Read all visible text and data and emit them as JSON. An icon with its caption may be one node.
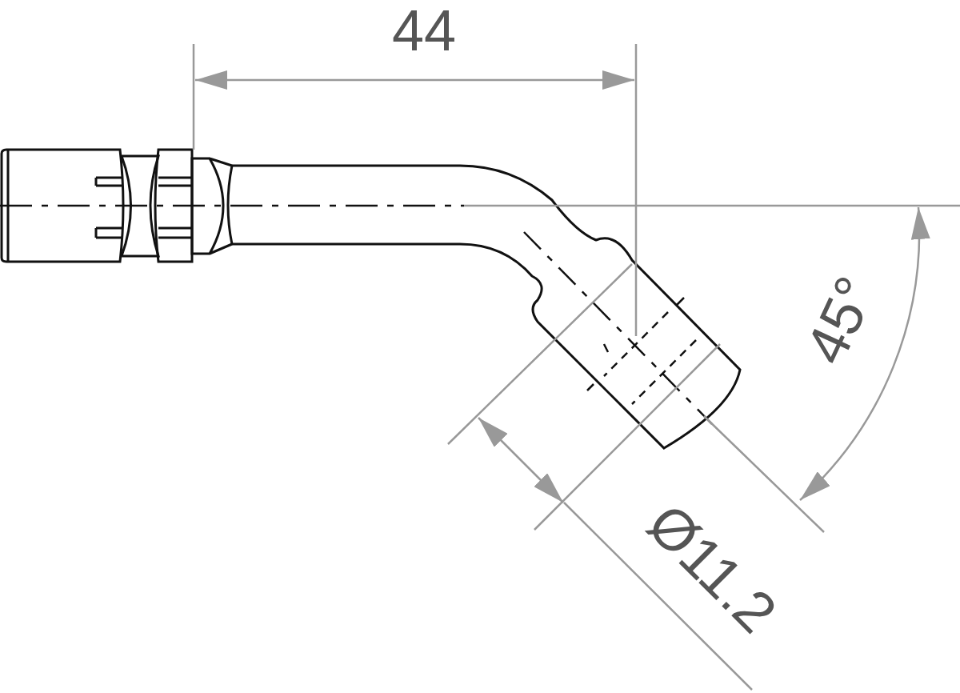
{
  "diagram": {
    "labels": [
      "44",
      "45°",
      "Ø11.2"
    ]
  }
}
